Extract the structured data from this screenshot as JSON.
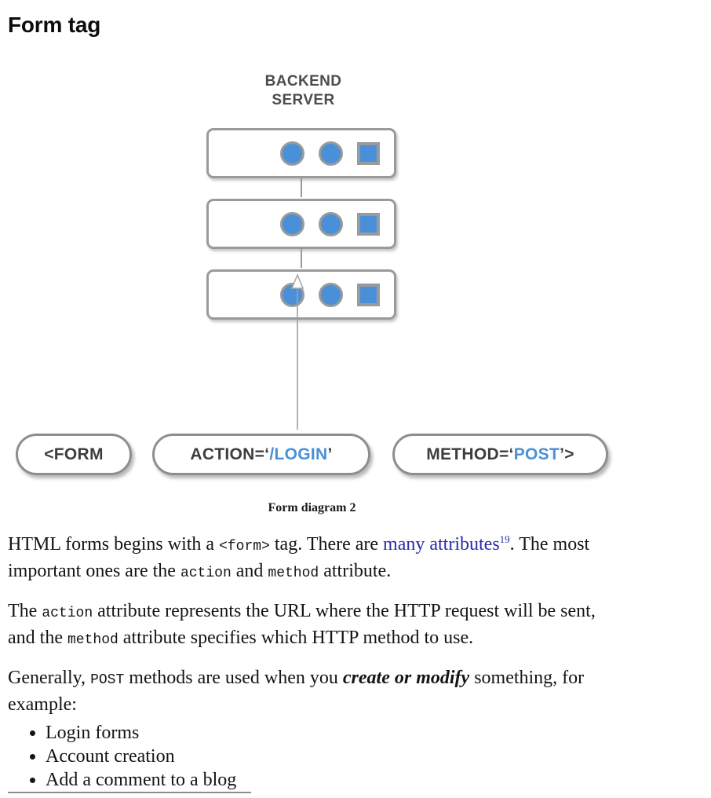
{
  "page": {
    "title": "Form tag"
  },
  "figure": {
    "backend_label": "BACKEND\nSERVER",
    "caption": "Form diagram 2",
    "server_count": 3,
    "colors": {
      "led_blue": "#4a90d9",
      "border_gray": "#9a9a9a",
      "label_gray": "#4c4c4c"
    },
    "arrow": {
      "direction": "up",
      "name": "request-arrow"
    },
    "tags": [
      {
        "name": "form-open-tag",
        "prefix": "<FORM",
        "quote_open": "",
        "value": "",
        "quote_close": "",
        "suffix": ""
      },
      {
        "name": "action-attribute-tag",
        "prefix": "ACTION=",
        "quote_open": "‘",
        "value": "/LOGIN",
        "quote_close": "’",
        "suffix": ""
      },
      {
        "name": "method-attribute-tag",
        "prefix": "METHOD=",
        "quote_open": "‘",
        "value": "POST",
        "quote_close": "’",
        "suffix": ">"
      }
    ]
  },
  "body": {
    "paragraph1": {
      "part1": "HTML forms begins with a ",
      "code1": "<form>",
      "part2": " tag. There are ",
      "link_text": "many attributes",
      "link_sup": "19",
      "part3": ". The most important ones are the ",
      "code2": "action",
      "part4": " and ",
      "code3": "method",
      "part5": " attribute."
    },
    "paragraph2": {
      "part1": "The ",
      "code1": "action",
      "part2": " attribute represents the URL where the HTTP request will be sent, and the ",
      "code2": "method",
      "part3": " attribute specifies which HTTP method to use."
    },
    "paragraph3": {
      "part1": "Generally, ",
      "code1": "POST",
      "part2": " methods are used when you ",
      "emphasis": "create or modify",
      "part3": " something, for example:"
    },
    "bullets": [
      "Login forms",
      "Account creation",
      "Add a comment to a blog"
    ]
  }
}
